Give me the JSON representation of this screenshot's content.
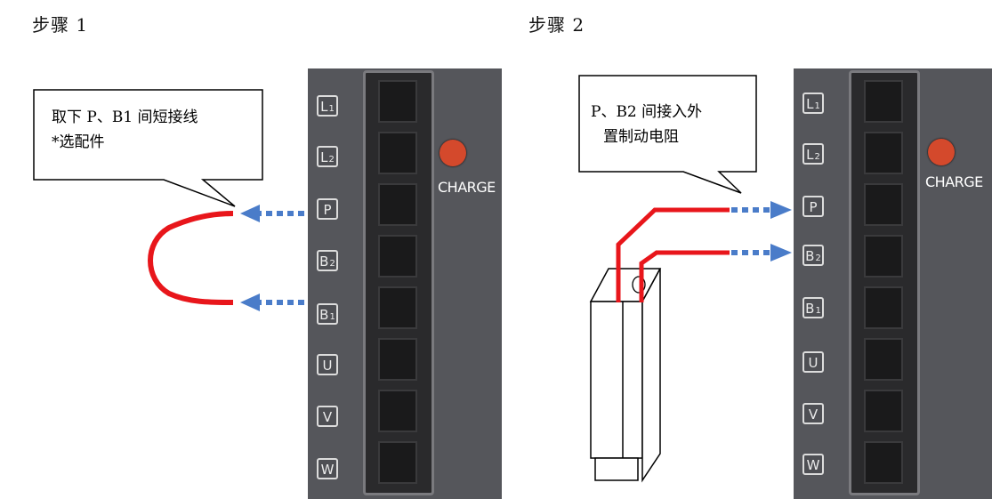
{
  "steps": [
    {
      "title": "步骤 1",
      "callout_line1": "取下 P、B1 间短接线",
      "callout_line2": "*选配件",
      "terminals": [
        "L1",
        "L2",
        "P",
        "B2",
        "B1",
        "U",
        "V",
        "W"
      ],
      "charge_label": "CHARGE"
    },
    {
      "title": "步骤 2",
      "callout_line1": "P、B2 间接入外",
      "callout_line2": "置制动电阻",
      "terminals": [
        "L1",
        "L2",
        "P",
        "B2",
        "B1",
        "U",
        "V",
        "W"
      ],
      "charge_label": "CHARGE"
    }
  ],
  "colors": {
    "wire": "#e8161b",
    "arrow": "#4a7cc9",
    "panel": "#55565b",
    "led": "#d4492c"
  }
}
